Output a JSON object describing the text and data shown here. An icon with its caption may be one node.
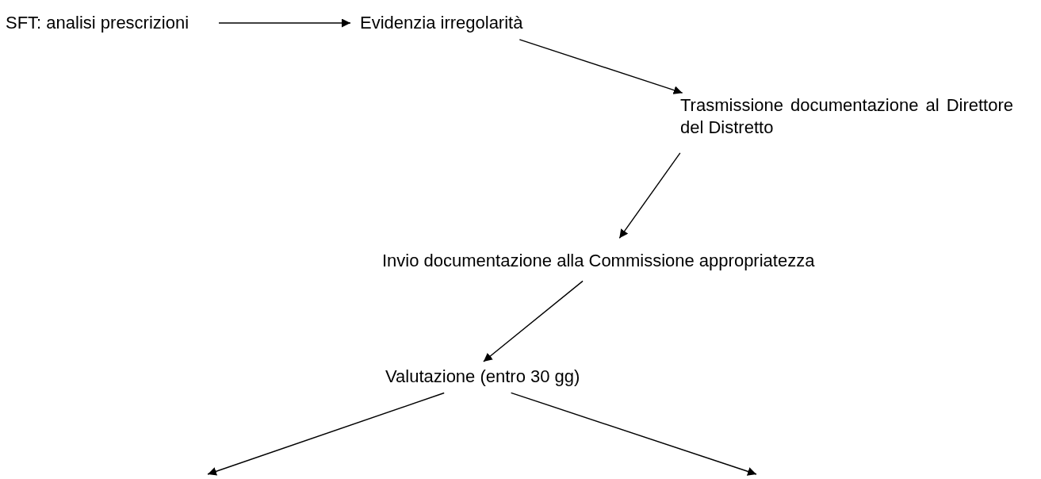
{
  "diagram": {
    "nodes": [
      {
        "text": [
          "SFT: analisi prescrizioni"
        ]
      },
      {
        "text": [
          "Evidenzia irregolarità"
        ]
      },
      {
        "text": [
          "Trasmissione documentazione al Direttore del Distretto"
        ]
      },
      {
        "text": [
          "Invio documentazione alla Commissione appropriatezza"
        ]
      },
      {
        "text": [
          "Valutazione (entro 30 gg)"
        ]
      }
    ],
    "edges": [
      {
        "from": 0,
        "to": 1,
        "arrow": "to"
      },
      {
        "from": 1,
        "to": 2,
        "arrow": "to"
      },
      {
        "from": 2,
        "to": 3,
        "arrow": "to"
      },
      {
        "from": 3,
        "to": 4,
        "arrow": "to"
      },
      {
        "from": 4,
        "to": null,
        "arrow": "to"
      },
      {
        "from": 4,
        "to": null,
        "arrow": "to"
      }
    ]
  }
}
